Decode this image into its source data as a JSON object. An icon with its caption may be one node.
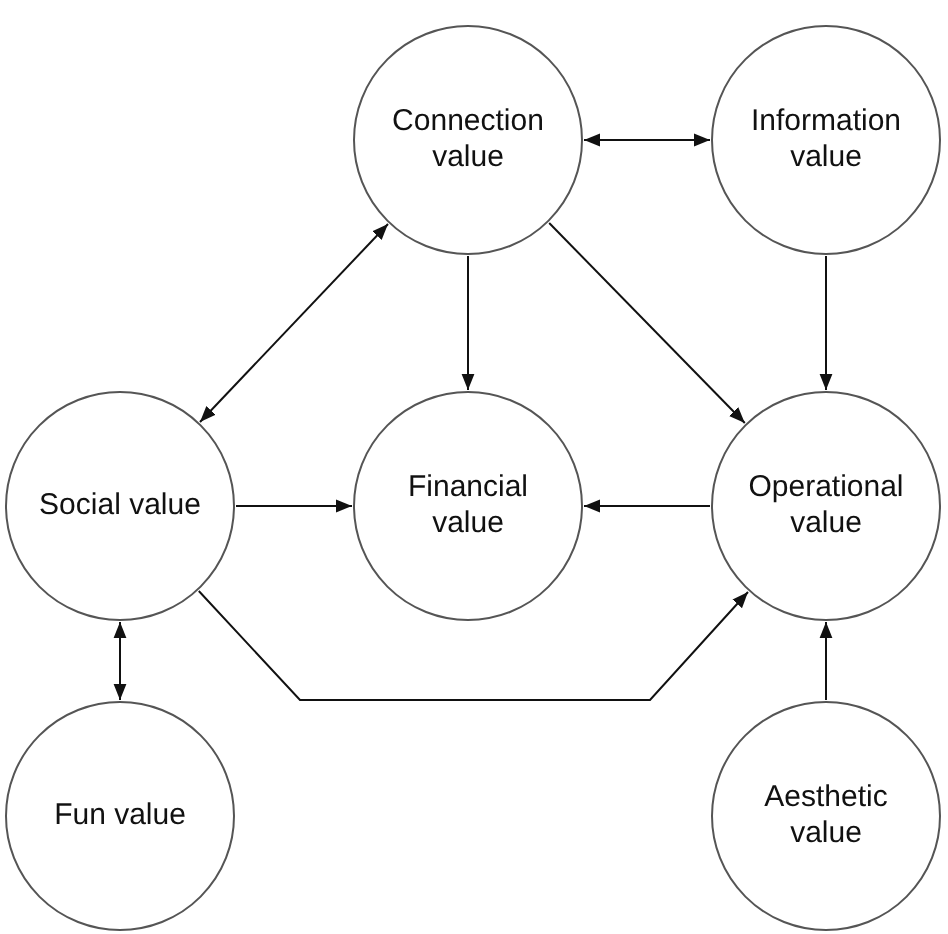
{
  "diagram": {
    "nodes": [
      {
        "text": [
          "Connection value"
        ]
      },
      {
        "text": [
          "Information value"
        ]
      },
      {
        "text": [
          "Social value"
        ]
      },
      {
        "text": [
          "Financial value"
        ]
      },
      {
        "text": [
          "Operational value"
        ]
      },
      {
        "text": [
          "Fun value"
        ]
      },
      {
        "text": [
          "Aesthetic value"
        ]
      }
    ],
    "edges": [
      {
        "from": 0,
        "to": 1,
        "arrow": "both"
      },
      {
        "from": 0,
        "to": 3,
        "arrow": "to"
      },
      {
        "from": 0,
        "to": 4,
        "arrow": "to"
      },
      {
        "from": 0,
        "to": 2,
        "arrow": "both"
      },
      {
        "from": 1,
        "to": 4,
        "arrow": "to"
      },
      {
        "from": 2,
        "to": 3,
        "arrow": "to"
      },
      {
        "from": 4,
        "to": 3,
        "arrow": "to"
      },
      {
        "from": 2,
        "to": 5,
        "arrow": "both"
      },
      {
        "from": 2,
        "to": 4,
        "arrow": "to"
      },
      {
        "from": 6,
        "to": 4,
        "arrow": "to"
      }
    ]
  }
}
